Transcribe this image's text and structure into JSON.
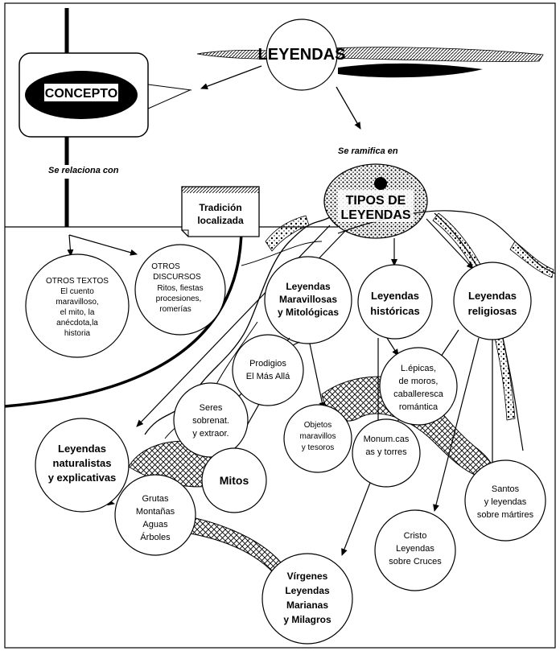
{
  "title": "LEYENDAS",
  "concept": {
    "label": "CONCEPTO"
  },
  "edges": {
    "se_relaciona": "Se relaciona con",
    "se_ramifica": "Se ramifica en"
  },
  "tradicion": {
    "line1": "Tradición",
    "line2": "localizada"
  },
  "tipos": {
    "line1": "TIPOS DE",
    "line2": "LEYENDAS"
  },
  "otros_textos": [
    "OTROS TEXTOS",
    "El cuento",
    "maravilloso,",
    "el mito, la",
    "anécdota,la",
    "historia"
  ],
  "otros_discursos": [
    "OTROS",
    "DISCURSOS",
    "Ritos, fiestas",
    "procesiones,",
    "romerías"
  ],
  "maravillosas": [
    "Leyendas",
    "Maravillosas",
    "y Mitológicas"
  ],
  "historicas": [
    "Leyendas",
    "históricas"
  ],
  "religiosas": [
    "Leyendas",
    "religiosas"
  ],
  "prodigios": [
    "Prodigios",
    "El Más Allá"
  ],
  "seres": [
    "Seres",
    "sobrenat.",
    "y extraor."
  ],
  "objetos": [
    "Objetos",
    "maravillos",
    "y tesoros"
  ],
  "epicas": [
    "L.épicas,",
    "de moros,",
    "caballeresca",
    "romántica"
  ],
  "monumentos": [
    "Monum.cas",
    "as y torres"
  ],
  "naturalistas": [
    "Leyendas",
    "naturalistas",
    "y explicativas"
  ],
  "mitos": [
    "Mitos"
  ],
  "grutas": [
    "Grutas",
    "Montañas",
    "Aguas",
    "Árboles"
  ],
  "santos": [
    "Santos",
    "y leyendas",
    "sobre mártires"
  ],
  "cristo": [
    "Cristo",
    "Leyendas",
    "sobre Cruces"
  ],
  "virgenes": [
    "Vírgenes",
    "Leyendas",
    "Marianas",
    "y Milagros"
  ]
}
